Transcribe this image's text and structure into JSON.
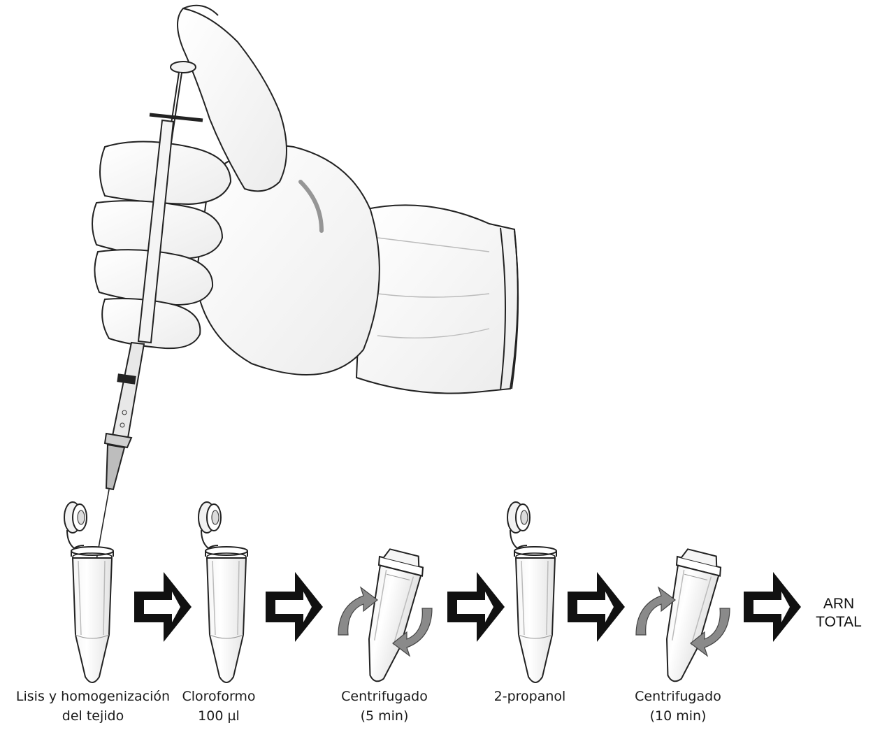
{
  "steps": [
    {
      "line1": "Lisis y homogenización",
      "line2": "del tejido"
    },
    {
      "line1": "Cloroformo",
      "line2": "100 µl"
    },
    {
      "line1": "Centrifugado",
      "line2": "(5 min)"
    },
    {
      "line1": "2-propanol",
      "line2": ""
    },
    {
      "line1": "Centrifugado",
      "line2": "(10 min)"
    }
  ],
  "result": {
    "line1": "ARN",
    "line2": "TOTAL"
  },
  "colors": {
    "ink": "#1a1a1a",
    "rotation_arrow": "#8a8a8a",
    "glove_shade": "#d9d9d9"
  }
}
